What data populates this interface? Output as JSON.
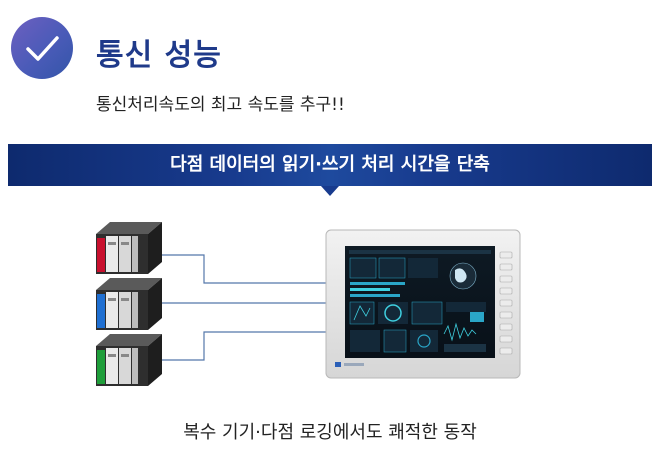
{
  "header": {
    "icon": "checkmark-icon",
    "title": "통신 성능",
    "subtitle": "통신처리속도의 최고 속도를 추구!!"
  },
  "banner": {
    "text": "다점 데이터의 읽기·쓰기 처리 시간을 단축"
  },
  "diagram": {
    "devices": [
      {
        "name": "plc-red",
        "accent": "#c8102e"
      },
      {
        "name": "plc-blue",
        "accent": "#1f6fd1"
      },
      {
        "name": "plc-green",
        "accent": "#1f9e3a"
      }
    ],
    "hmi_icon": "hmi-panel-icon"
  },
  "caption": "복수 기기·다점 로깅에서도 쾌적한 동작",
  "colors": {
    "title": "#1f3a8a",
    "banner": "#183b8e",
    "line": "#5577aa"
  }
}
